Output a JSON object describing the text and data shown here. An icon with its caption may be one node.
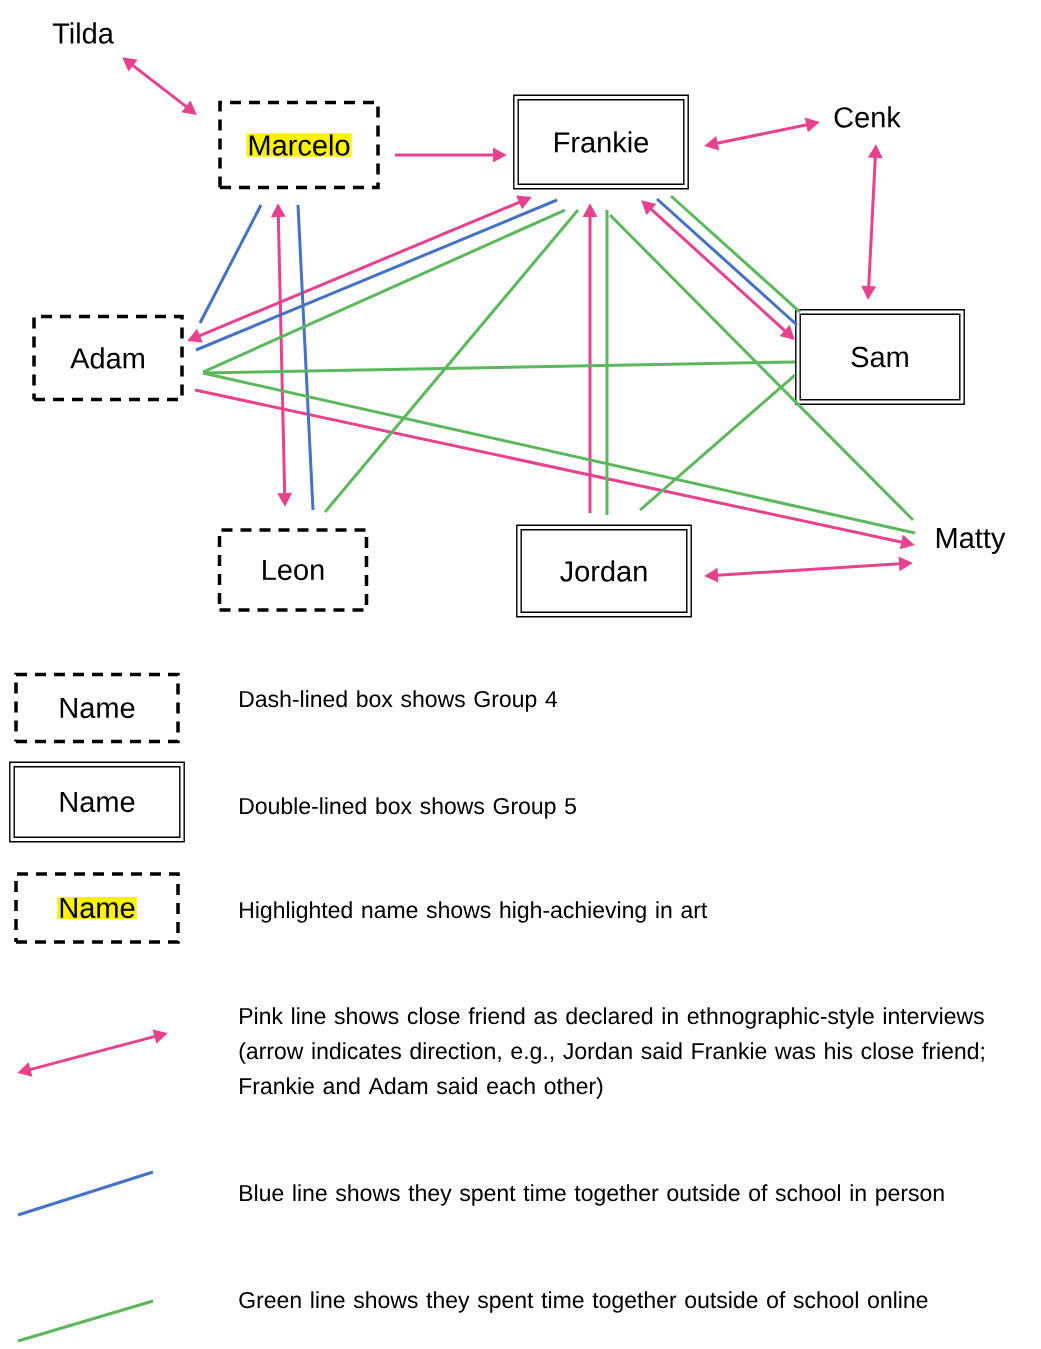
{
  "diagram": {
    "nodes": [
      {
        "text": [
          "Tilda"
        ]
      },
      {
        "text": [
          "Marcelo"
        ]
      },
      {
        "text": [
          "Frankie"
        ]
      },
      {
        "text": [
          "Cenk"
        ]
      },
      {
        "text": [
          "Adam"
        ]
      },
      {
        "text": [
          "Sam"
        ]
      },
      {
        "text": [
          "Leon"
        ]
      },
      {
        "text": [
          "Jordan"
        ]
      },
      {
        "text": [
          "Matty"
        ]
      },
      {
        "text": [
          "Name"
        ]
      },
      {
        "text": [
          "Name"
        ]
      },
      {
        "text": [
          "Name"
        ]
      }
    ],
    "edges": [
      {
        "from": 0,
        "to": 1,
        "arrow": "both"
      },
      {
        "from": 1,
        "to": 2,
        "arrow": "to"
      },
      {
        "from": 2,
        "to": 3,
        "arrow": "both"
      },
      {
        "from": 3,
        "to": 5,
        "arrow": "both"
      },
      {
        "from": 4,
        "to": 2,
        "arrow": "both"
      },
      {
        "from": 1,
        "to": 6,
        "arrow": "both"
      },
      {
        "from": 7,
        "to": 2,
        "arrow": "to"
      },
      {
        "from": 2,
        "to": 5,
        "arrow": "both"
      },
      {
        "from": 4,
        "to": 8,
        "arrow": "to"
      },
      {
        "from": 7,
        "to": 8,
        "arrow": "both"
      },
      {
        "from": 1,
        "to": 4,
        "arrow": "none",
        "color": "#4472c4"
      },
      {
        "from": 1,
        "to": 6,
        "arrow": "none",
        "color": "#4472c4"
      },
      {
        "from": 4,
        "to": 2,
        "arrow": "none",
        "color": "#4472c4"
      },
      {
        "from": 2,
        "to": 5,
        "arrow": "none",
        "color": "#4472c4"
      },
      {
        "from": 4,
        "to": 2,
        "arrow": "none",
        "color": "#5cb85c"
      },
      {
        "from": 2,
        "to": 6,
        "arrow": "none",
        "color": "#5cb85c"
      },
      {
        "from": 2,
        "to": 7,
        "arrow": "none",
        "color": "#5cb85c"
      },
      {
        "from": 2,
        "to": 8,
        "arrow": "none",
        "color": "#5cb85c"
      },
      {
        "from": 2,
        "to": 5,
        "arrow": "none",
        "color": "#5cb85c"
      },
      {
        "from": 4,
        "to": 5,
        "arrow": "none",
        "color": "#5cb85c"
      },
      {
        "from": 4,
        "to": 8,
        "arrow": "none",
        "color": "#5cb85c"
      },
      {
        "from": 5,
        "to": 7,
        "arrow": "none",
        "color": "#5cb85c"
      }
    ],
    "legend": [
      {
        "text": "Dash-lined box shows Group 4"
      },
      {
        "text": "Double-lined box shows Group 5"
      },
      {
        "text": "Highlighted name shows high-achieving in art"
      },
      {
        "text": "Pink line shows close friend as declared in ethnographic-style interviews (arrow indicates direction, e.g., Jordan said Frankie was his close friend; Frankie and Adam said each other)"
      },
      {
        "text": "Blue line shows they spent time together outside of school in person"
      },
      {
        "text": "Green line shows they spent time together outside of school online"
      }
    ]
  }
}
